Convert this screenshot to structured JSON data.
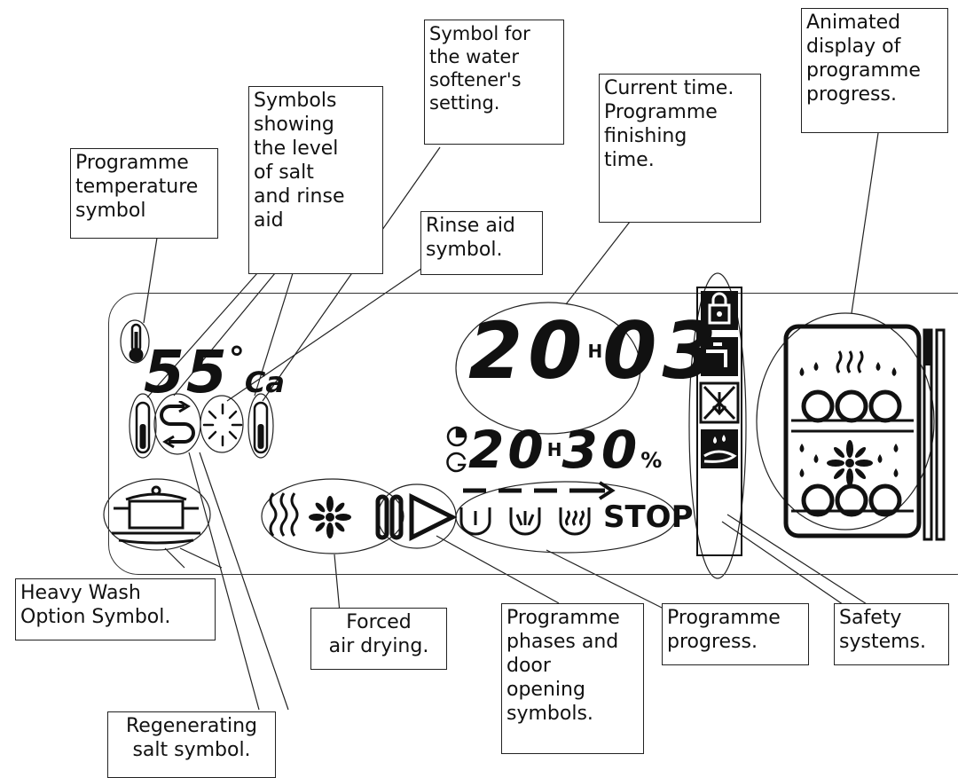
{
  "labels": {
    "programme_temperature": "Programme\ntemperature\nsymbol",
    "salt_rinse_level": "Symbols\nshowing\nthe level\nof salt\nand rinse\naid",
    "water_softener": "Symbol for\nthe water\nsoftener's\nsetting.",
    "rinse_aid": "Rinse aid\nsymbol.",
    "current_time": "Current time.\nProgramme\nfinishing\ntime.",
    "animated_display": "Animated\ndisplay of\nprogramme\nprogress.",
    "heavy_wash": "Heavy Wash\nOption Symbol.",
    "forced_air": "Forced\nair drying.",
    "programme_phases": "Programme\nphases and\ndoor\nopening\nsymbols.",
    "programme_progress": "Programme\nprogress.",
    "safety_systems": "Safety\nsystems.",
    "regenerating_salt": "Regenerating\nsalt symbol."
  },
  "display": {
    "temperature": "55",
    "degree_sign": "°",
    "hardness_unit": "Ca",
    "time_hours": "20",
    "time_h_mark": "H",
    "time_minutes": "03",
    "finish_hours": "20",
    "finish_h_mark": "H",
    "finish_minutes": "30",
    "percent_sign": "%",
    "stop_text": "STOP"
  }
}
